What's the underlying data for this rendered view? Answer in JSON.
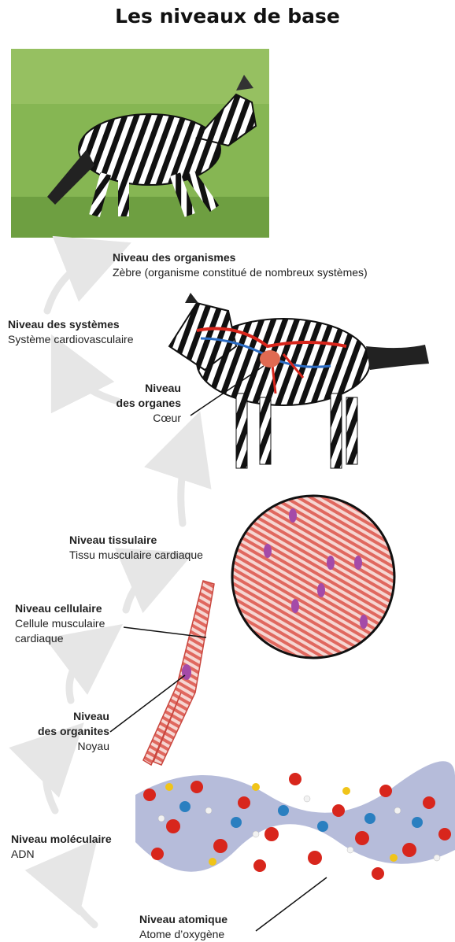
{
  "title": "Les niveaux de base",
  "levels": {
    "organismes": {
      "name": "Niveau des organismes",
      "desc": "Zèbre (organisme constitué de nombreux systèmes)"
    },
    "systemes": {
      "name": "Niveau des systèmes",
      "desc": "Système cardiovasculaire"
    },
    "organes": {
      "name1": "Niveau",
      "name2": "des organes",
      "desc": "Cœur"
    },
    "tissulaire": {
      "name": "Niveau tissulaire",
      "desc": "Tissu musculaire cardiaque"
    },
    "cellulaire": {
      "name": "Niveau cellulaire",
      "desc1": "Cellule musculaire",
      "desc2": "cardiaque"
    },
    "organites": {
      "name1": "Niveau",
      "name2": "des organites",
      "desc": "Noyau"
    },
    "moleculaire": {
      "name": "Niveau moléculaire",
      "desc": "ADN"
    },
    "atomique": {
      "name": "Niveau atomique",
      "desc": "Atome d’oxygène"
    }
  },
  "colors": {
    "arrow": "#e6e6e6",
    "muscle": "#e57a72",
    "nucleus": "#a44aa8",
    "oxygen": "#d8261c",
    "grass": "#7fb04a"
  }
}
